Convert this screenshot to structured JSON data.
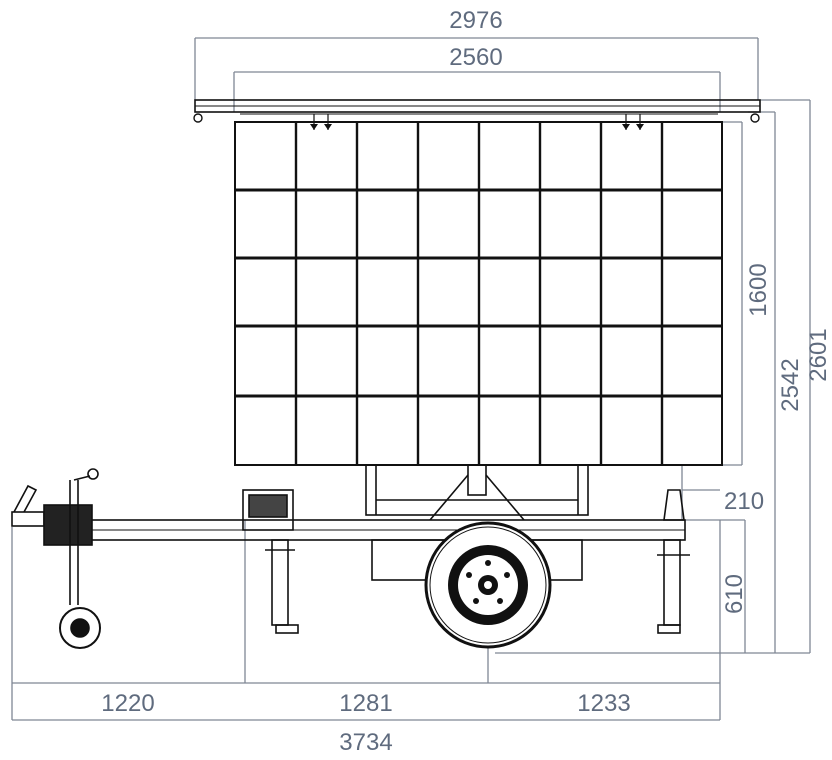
{
  "dimensions": {
    "overall_panel_width": "2976",
    "panel_width": "2560",
    "panel_height": "1600",
    "total_height": "2542",
    "frame_height": "2601",
    "panel_clearance": "210",
    "axle_height": "610",
    "tow_section": "1220",
    "front_section": "1281",
    "rear_section": "1233",
    "overall_length": "3734"
  },
  "colors": {
    "dimension": "#5f6b7e",
    "drawing": "#111111"
  }
}
